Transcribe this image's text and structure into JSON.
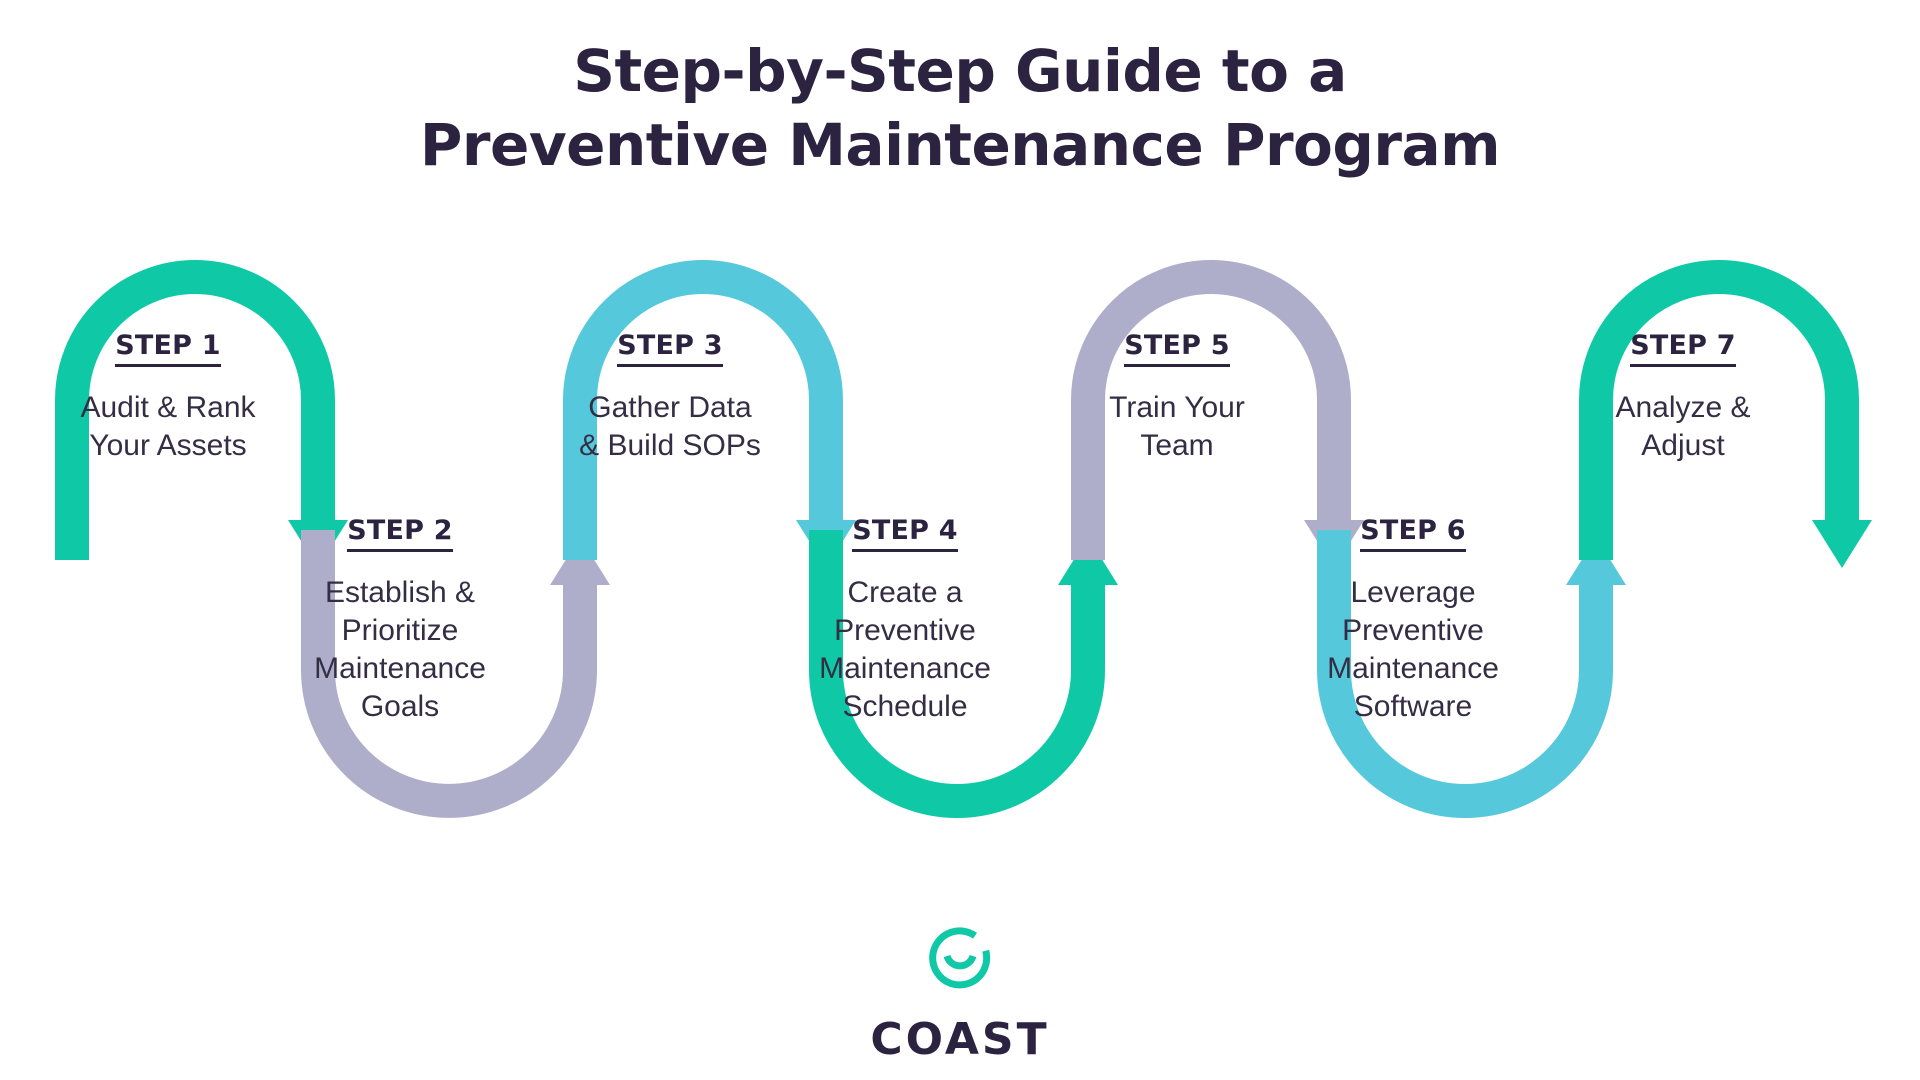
{
  "title": {
    "line1": "Step-by-Step Guide to a",
    "line2": "Preventive Maintenance Program"
  },
  "colors": {
    "green": "#0FC9A6",
    "cyan": "#55C8DC",
    "purple": "#AEAECB",
    "ink": "#2b2340",
    "body_text": "#342e45",
    "background": "#ffffff"
  },
  "steps": [
    {
      "heading": "STEP 1",
      "body": "Audit & Rank\nYour Assets",
      "color": "#0FC9A6",
      "orientation": "arch",
      "direction": "down"
    },
    {
      "heading": "STEP 2",
      "body": "Establish &\nPrioritize\nMaintenance\nGoals",
      "color": "#AEAECB",
      "orientation": "valley",
      "direction": "up"
    },
    {
      "heading": "STEP 3",
      "body": "Gather  Data\n& Build SOPs",
      "color": "#55C8DC",
      "orientation": "arch",
      "direction": "down"
    },
    {
      "heading": "STEP 4",
      "body": "Create a\nPreventive\nMaintenance\nSchedule",
      "color": "#0FC9A6",
      "orientation": "valley",
      "direction": "up"
    },
    {
      "heading": "STEP 5",
      "body": "Train Your\nTeam",
      "color": "#AEAECB",
      "orientation": "arch",
      "direction": "down"
    },
    {
      "heading": "STEP 6",
      "body": "Leverage\nPreventive\nMaintenance\nSoftware",
      "color": "#55C8DC",
      "orientation": "valley",
      "direction": "up"
    },
    {
      "heading": "STEP 7",
      "body": "Analyze &\nAdjust",
      "color": "#0FC9A6",
      "orientation": "arch",
      "direction": "down"
    }
  ],
  "logo": {
    "name": "COAST",
    "mark_color": "#0FC9A6",
    "word_color": "#2b2340"
  }
}
